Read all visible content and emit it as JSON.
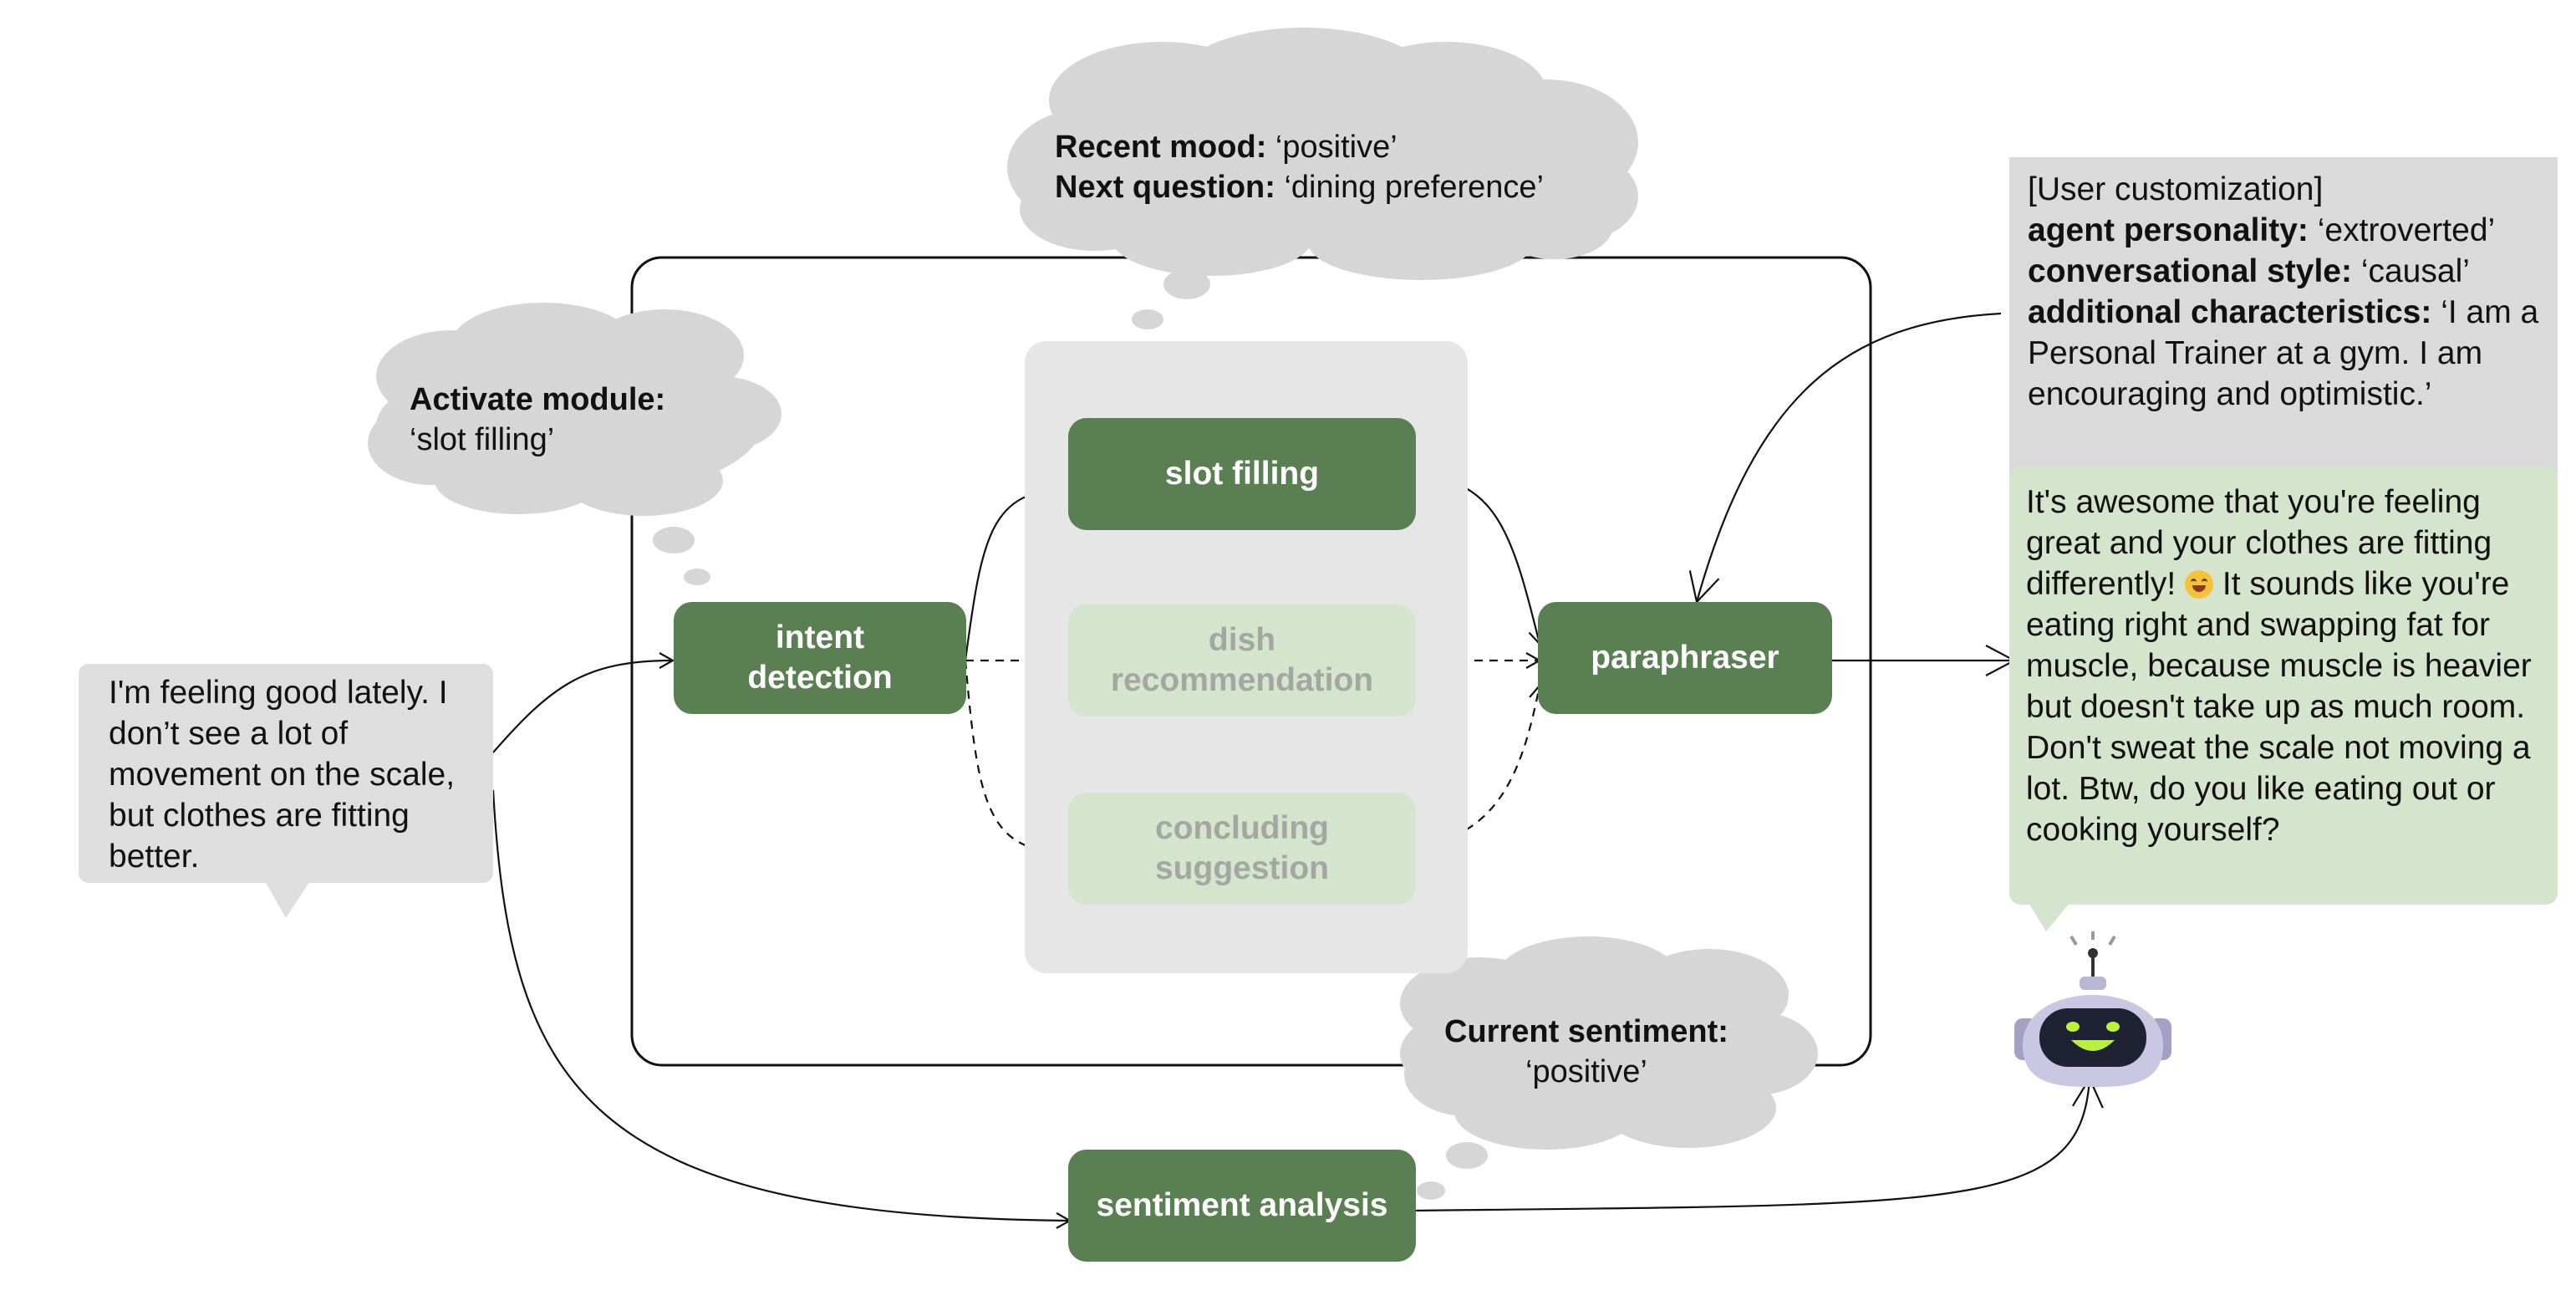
{
  "modules": {
    "intent_detection": "intent\ndetection",
    "slot_filling": "slot filling",
    "dish_recommendation": "dish\nrecommendation",
    "concluding_suggestion": "concluding\nsuggestion",
    "paraphraser": "paraphraser",
    "sentiment_analysis": "sentiment analysis"
  },
  "clouds": {
    "memory": {
      "mood_label": "Recent mood:",
      "mood_value": "‘positive’",
      "question_label": "Next question:",
      "question_value": "‘dining preference’"
    },
    "activate": {
      "label": "Activate module:",
      "value": "‘slot filling’"
    },
    "sentiment": {
      "label": "Current sentiment:",
      "value": "‘positive’"
    }
  },
  "user_message": "I'm feeling good lately. I don’t see a lot of movement on the scale, but clothes are fitting better.",
  "customization": {
    "header": "[User customization]",
    "personality_label": "agent personality:",
    "personality_value": "‘extroverted’",
    "style_label": "conversational style:",
    "style_value": "‘causal’",
    "characteristics_label": "additional characteristics:",
    "characteristics_value": "‘I am a Personal Trainer at a gym. I am encouraging and optimistic.’"
  },
  "agent_reply": {
    "before_emoji": "It's awesome that you're feeling great and your clothes are fitting differently!",
    "emoji": "smiling-hug-emoji",
    "after_emoji": "It sounds like you're eating right and swapping fat for muscle, because muscle is heavier but doesn't take up as much room. Don't sweat the scale not moving a lot. Btw, do you like eating out or cooking yourself?"
  },
  "colors": {
    "active_module": "#5a7f52",
    "inactive_module": "#d4e4cd",
    "inactive_text": "#a3a7a2",
    "panel": "#e6e6e6",
    "cloud": "#d6d6d6",
    "user_bubble": "#dedede",
    "reply_bubble": "#d4e4cd",
    "robot_body": "#c9c7e2",
    "robot_face": "#1f2233",
    "robot_smile": "#b8f23f"
  }
}
